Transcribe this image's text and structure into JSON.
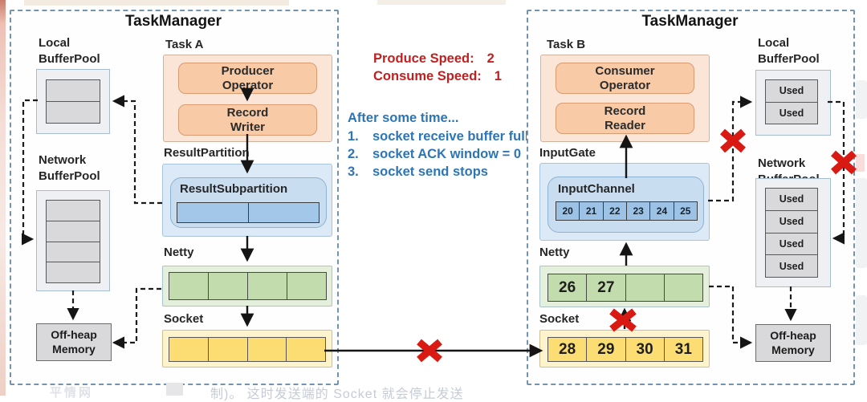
{
  "left_tm": {
    "title": "TaskManager",
    "local_buffer_pool_label": "Local\nBufferPool",
    "network_buffer_pool_label": "Network\nBufferPool",
    "offheap_label": "Off-heap\nMemory",
    "task_label": "Task A",
    "producer_operator": "Producer\nOperator",
    "record_writer": "Record\nWriter",
    "result_partition_label": "ResultPartition",
    "result_subpartition_label": "ResultSubpartition",
    "netty_label": "Netty",
    "socket_label": "Socket"
  },
  "center": {
    "produce_speed_label": "Produce Speed:",
    "produce_speed_value": "2",
    "consume_speed_label": "Consume Speed:",
    "consume_speed_value": "1",
    "after_label": "After some time...",
    "items": [
      {
        "num": "1.",
        "text": "socket receive buffer full"
      },
      {
        "num": "2.",
        "text": "socket ACK window = 0"
      },
      {
        "num": "3.",
        "text": "socket send stops"
      }
    ]
  },
  "right_tm": {
    "title": "TaskManager",
    "task_label": "Task B",
    "consumer_operator": "Consumer\nOperator",
    "record_reader": "Record\nReader",
    "input_gate_label": "InputGate",
    "input_channel_label": "InputChannel",
    "input_channel_cells": [
      "20",
      "21",
      "22",
      "23",
      "24",
      "25"
    ],
    "netty_label": "Netty",
    "netty_cells": [
      "26",
      "27",
      "",
      ""
    ],
    "socket_label": "Socket",
    "socket_cells": [
      "28",
      "29",
      "30",
      "31"
    ],
    "local_buffer_pool_label": "Local\nBufferPool",
    "local_pool_cells": [
      "Used",
      "Used"
    ],
    "network_buffer_pool_label": "Network\nBufferPool",
    "network_pool_cells": [
      "Used",
      "Used",
      "Used",
      "Used"
    ],
    "offheap_label": "Off-heap\nMemory"
  },
  "footer": {
    "watermark": "平情网",
    "caption": "制)。  这时发送端的 Socket 就会停止发送"
  },
  "colors": {
    "speed_red": "#c02120",
    "note_blue": "#2e75b6",
    "blocked_x_red": "#d91a12",
    "taskmanager_border": "#7493ae"
  }
}
